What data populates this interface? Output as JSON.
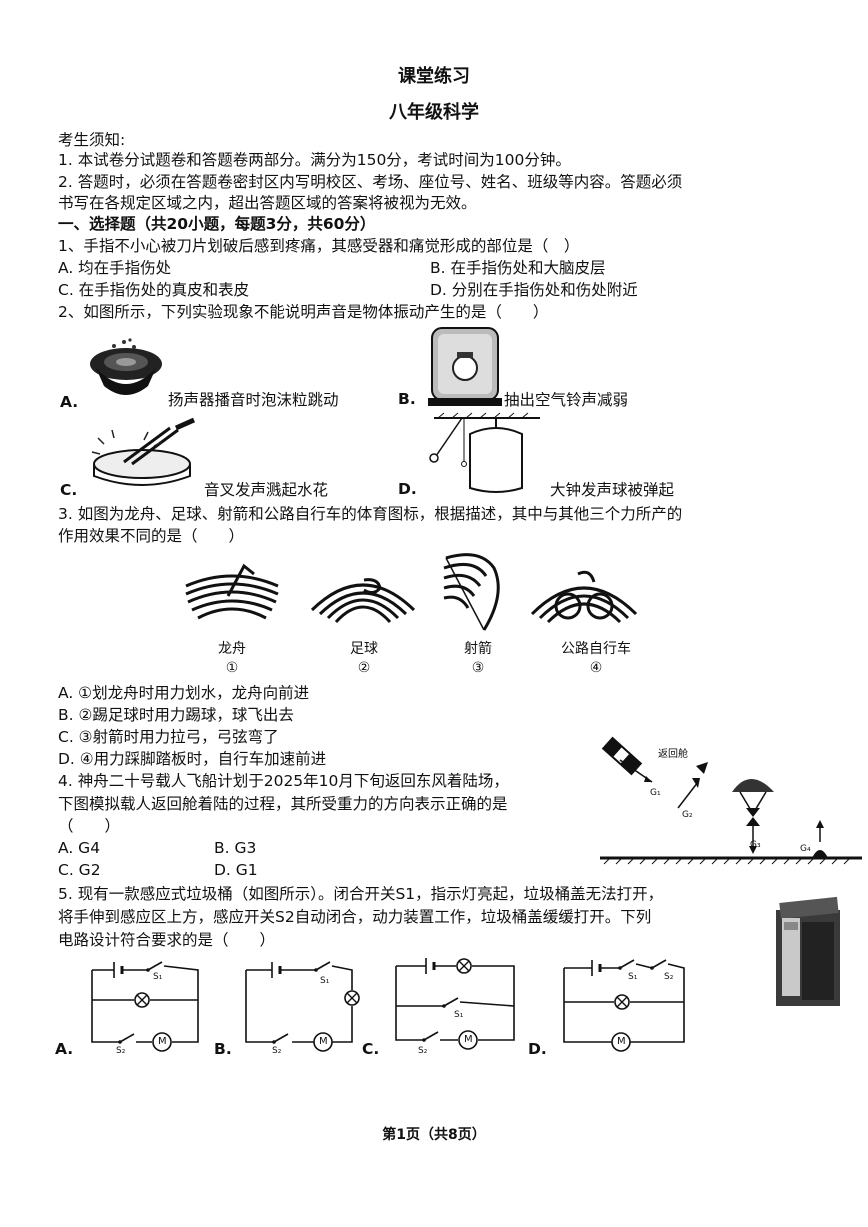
{
  "header": {
    "title": "课堂练习",
    "subtitle": "八年级科学"
  },
  "notice": {
    "heading": "考生须知:",
    "line1": "1. 本试卷分试题卷和答题卷两部分。满分为150分，考试时间为100分钟。",
    "line2a": "2. 答题时，必须在答题卷密封区内写明校区、考场、座位号、姓名、班级等内容。答题必须",
    "line2b": "书写在各规定区域之内，超出答题区域的答案将被视为无效。"
  },
  "section1": {
    "heading": "一、选择题（共20小题，每题3分，共60分）"
  },
  "q1": {
    "stem": "1、手指不小心被刀片划破后感到疼痛，其感受器和痛觉形成的部位是（　）",
    "A": "A. 均在手指伤处",
    "B": "B. 在手指伤处和大脑皮层",
    "C": "C. 在手指伤处的真皮和表皮",
    "D": "D. 分别在手指伤处和伤处附近"
  },
  "q2": {
    "stem": "2、如图所示，下列实验现象不能说明声音是物体振动产生的是（　　）",
    "A_letter": "A.",
    "A_caption": "扬声器播音时泡沫粒跳动",
    "B_letter": "B.",
    "B_caption": "抽出空气铃声减弱",
    "C_letter": "C.",
    "C_caption": "音叉发声溅起水花",
    "D_letter": "D.",
    "D_caption": "大钟发声球被弹起"
  },
  "q3": {
    "stem1": "3. 如图为龙舟、足球、射箭和公路自行车的体育图标，根据描述，其中与其他三个力所产的",
    "stem2": "作用效果不同的是（　　）",
    "icons": [
      {
        "label": "龙舟",
        "num": "①"
      },
      {
        "label": "足球",
        "num": "②"
      },
      {
        "label": "射箭",
        "num": "③"
      },
      {
        "label": "公路自行车",
        "num": "④"
      }
    ],
    "A": "A. ①划龙舟时用力划水，龙舟向前进",
    "B": "B. ②踢足球时用力踢球，球飞出去",
    "C": "C. ③射箭时用力拉弓，弓弦弯了",
    "D": "D. ④用力踩脚踏板时，自行车加速前进"
  },
  "q4": {
    "stem1": "4. 神舟二十号载人飞船计划于2025年10月下旬返回东风着陆场，",
    "stem2": "下图模拟载人返回舱着陆的过程，其所受重力的方向表示正确的是",
    "stem3": "（　　）",
    "A": "A. G4",
    "B": "B. G3",
    "C": "C. G2",
    "D": "D. G1",
    "fig_label": "返回舱",
    "g_labels": {
      "g1": "G₁",
      "g2": "G₂",
      "g3": "G₃",
      "g4": "G₄"
    }
  },
  "q5": {
    "stem1": "5. 现有一款感应式垃圾桶（如图所示）。闭合开关S1，指示灯亮起，垃圾桶盖无法打开，",
    "stem2": "将手伸到感应区上方，感应开关S2自动闭合，动力装置工作，垃圾桶盖缓缓打开。下列",
    "stem3": "电路设计符合要求的是（　　）",
    "A": "A.",
    "B": "B.",
    "C": "C.",
    "D": "D.",
    "s1": "S₁",
    "s2": "S₂",
    "motor": "M"
  },
  "footer": {
    "page": "第1页（共8页）"
  }
}
